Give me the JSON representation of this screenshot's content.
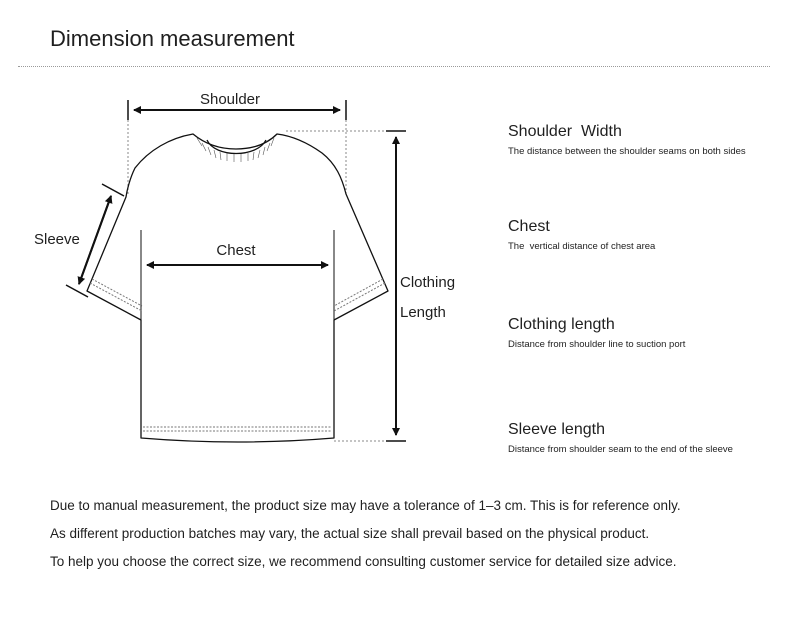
{
  "title": "Dimension measurement",
  "diagram_labels": {
    "shoulder": "Shoulder",
    "sleeve": "Sleeve",
    "chest": "Chest",
    "clothing_line1": "Clothing",
    "clothing_line2": "Length"
  },
  "legend": [
    {
      "heading": "Shoulder  Width",
      "desc": "The distance between the shoulder seams on both sides"
    },
    {
      "heading": "Chest",
      "desc": "The  vertical distance of chest area"
    },
    {
      "heading": "Clothing length",
      "desc": "Distance from shoulder line to suction port"
    },
    {
      "heading": "Sleeve length",
      "desc": "Distance from shoulder seam to the end of the sleeve"
    }
  ],
  "notes": [
    "Due to manual measurement, the product size may have a tolerance of 1–3 cm. This is for reference only.",
    "As different production batches may vary, the actual size shall prevail based on the physical product.",
    "To help you choose the correct size, we recommend consulting customer service for detailed size advice."
  ]
}
